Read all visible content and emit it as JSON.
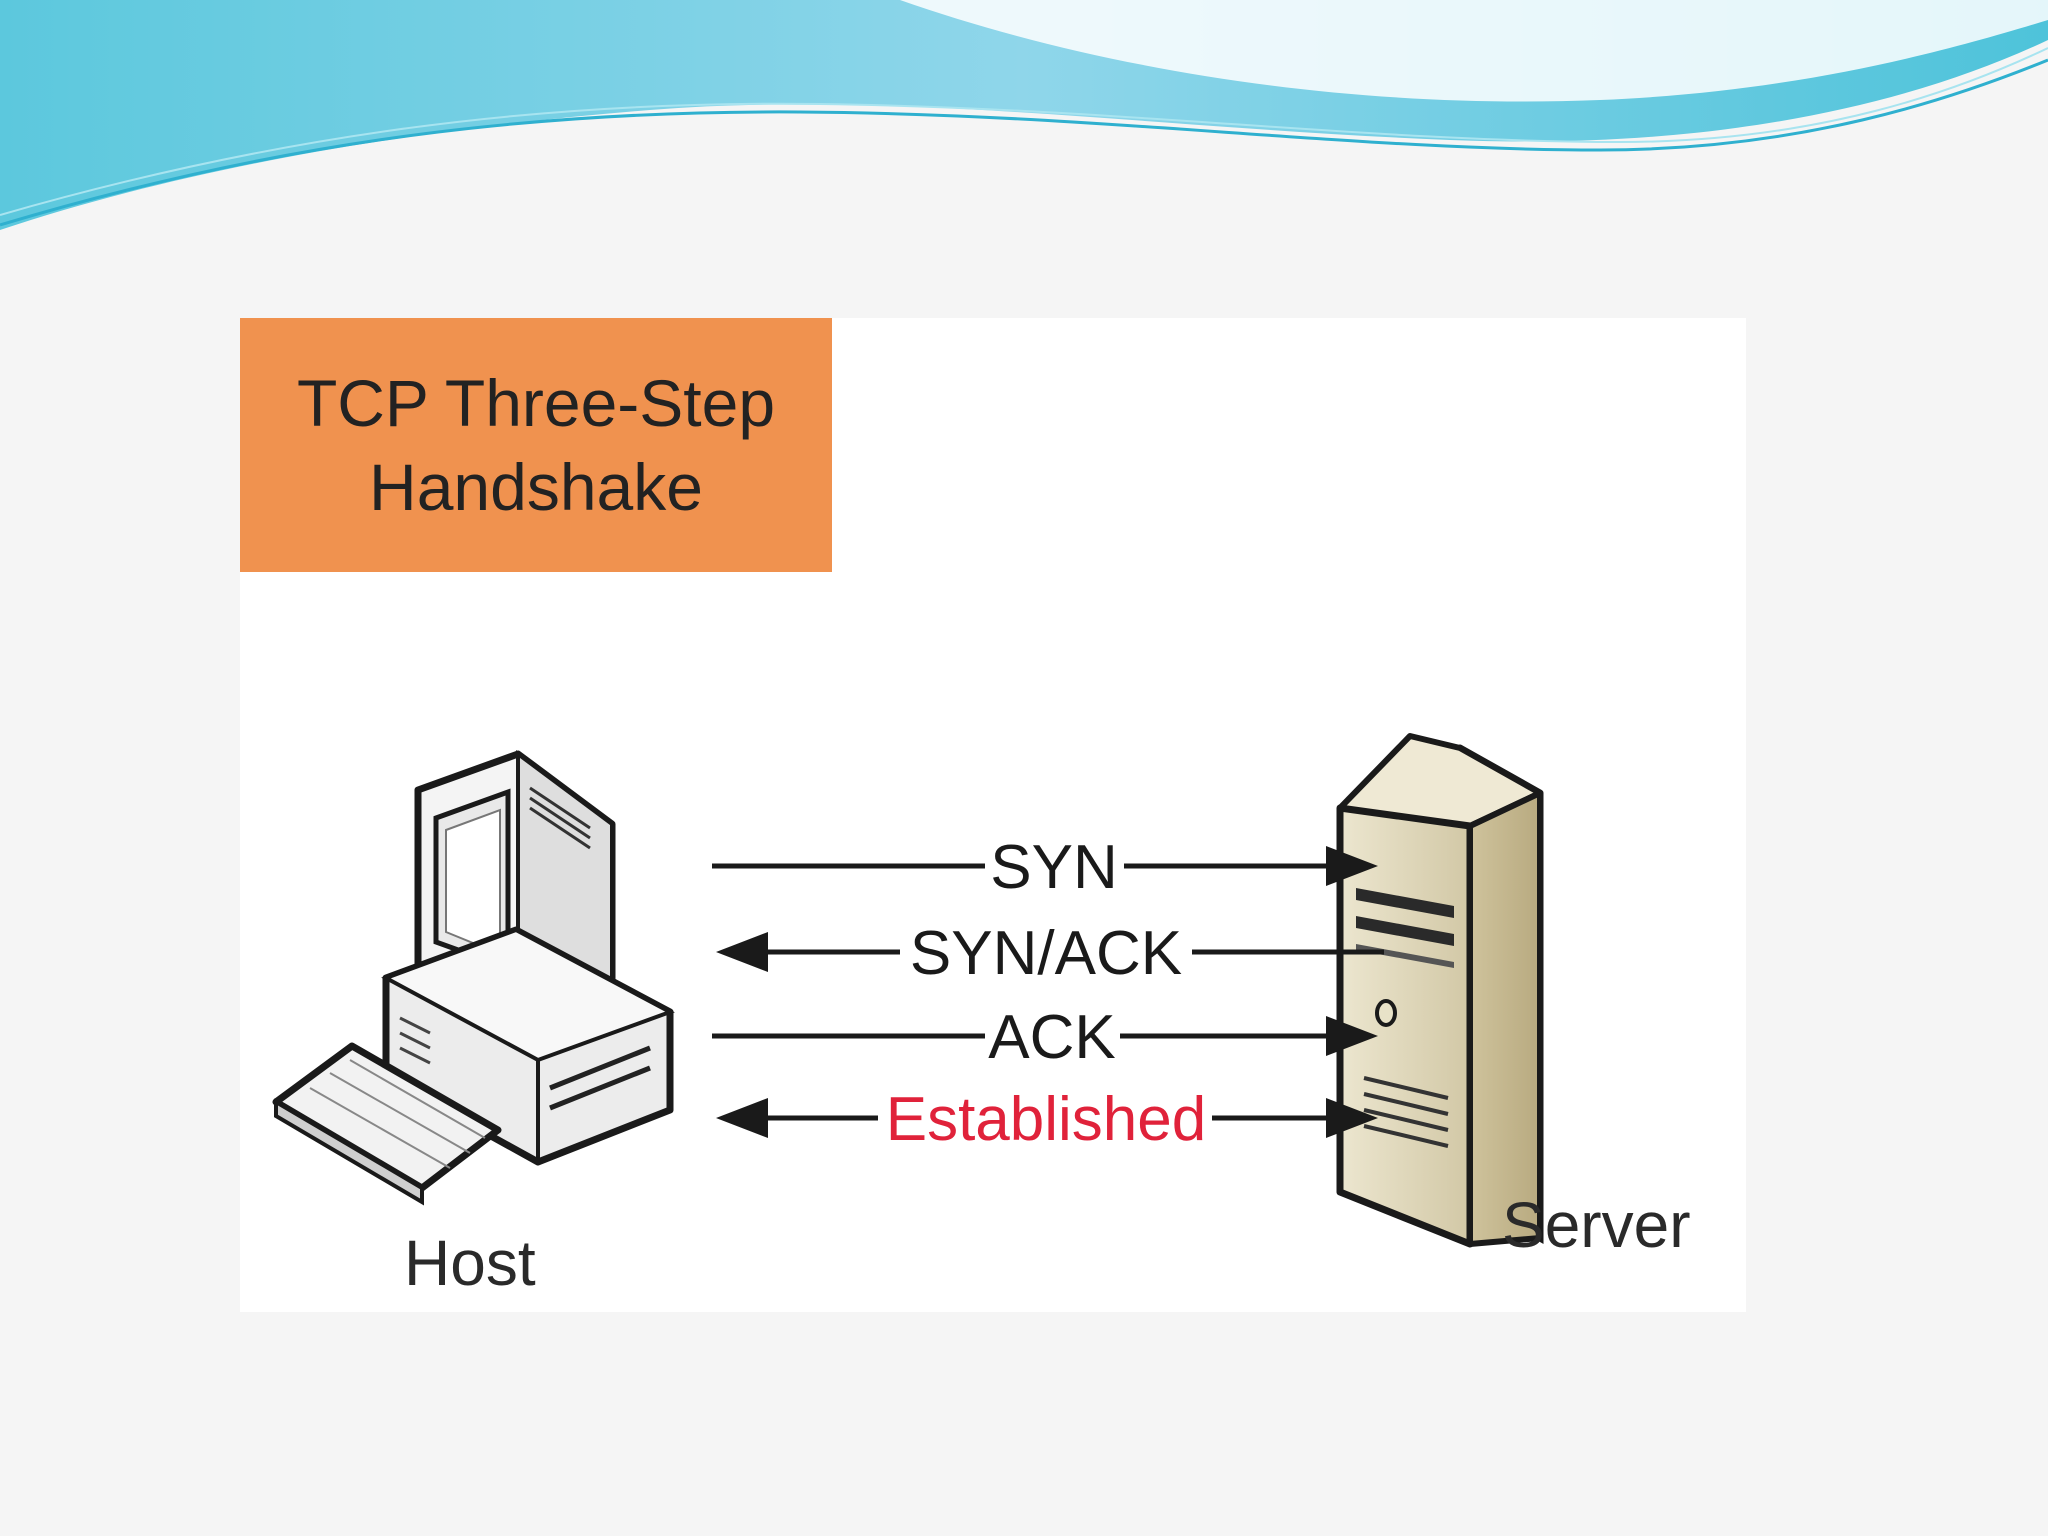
{
  "slide": {
    "title_lines": [
      "TCP Three-Step",
      "Handshake"
    ],
    "nodes": {
      "host": "Host",
      "server": "Server"
    },
    "messages": [
      {
        "label": "SYN",
        "direction": "right",
        "color": "#1a1a1a"
      },
      {
        "label": "SYN/ACK",
        "direction": "left",
        "color": "#1a1a1a"
      },
      {
        "label": "ACK",
        "direction": "right",
        "color": "#1a1a1a"
      },
      {
        "label": "Established",
        "direction": "both",
        "color": "#e0223a"
      }
    ],
    "colors": {
      "title_box": "#f0924f",
      "wave_top": "#7fd3e6",
      "wave_accent": "#3bb7d4",
      "established": "#e0223a"
    },
    "icons": [
      "desktop-computer-icon",
      "keyboard-icon",
      "server-tower-icon"
    ]
  }
}
